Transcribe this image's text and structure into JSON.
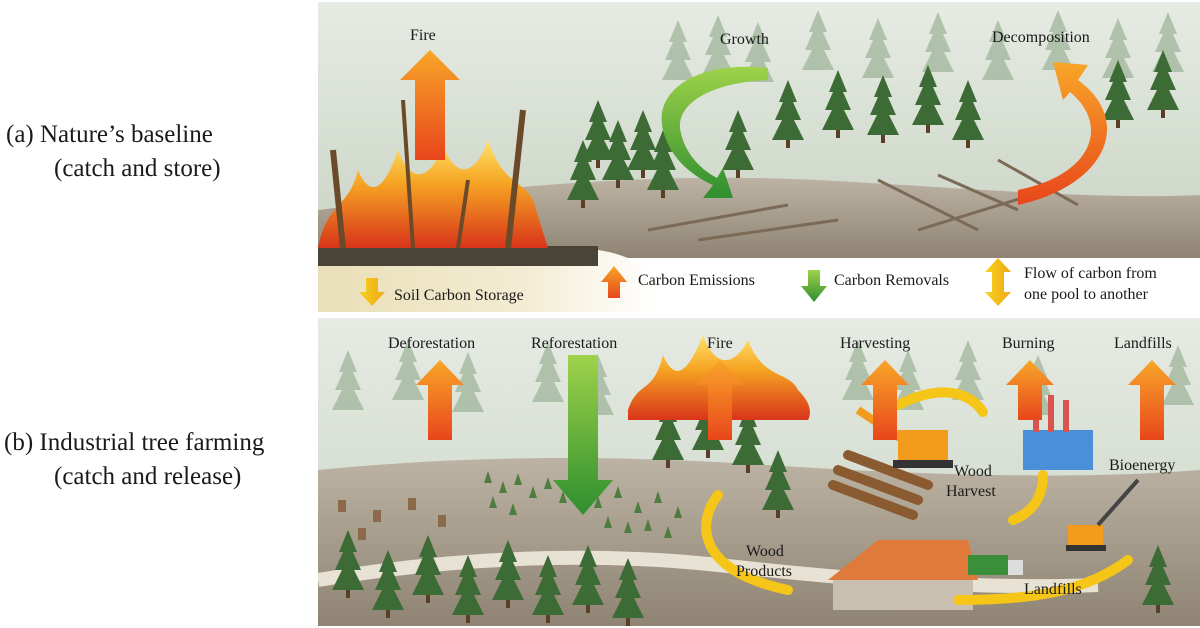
{
  "panels": {
    "a": {
      "line1": "(a)   Nature’s baseline",
      "line2": "(catch and store)"
    },
    "b": {
      "line1": "(b) Industrial tree farming",
      "line2": "(catch and release)"
    }
  },
  "top_scene": {
    "fire": "Fire",
    "growth": "Growth",
    "decomposition": "Decomposition"
  },
  "legend": {
    "soil_carbon_storage": "Soil Carbon Storage",
    "carbon_emissions": "Carbon Emissions",
    "carbon_removals": "Carbon Removals",
    "flow_line1": "Flow of carbon from",
    "flow_line2": "one pool to another"
  },
  "bottom_scene": {
    "deforestation": "Deforestation",
    "reforestation": "Reforestation",
    "fire": "Fire",
    "harvesting": "Harvesting",
    "burning": "Burning",
    "landfills_top": "Landfills",
    "wood_harvest_line1": "Wood",
    "wood_harvest_line2": "Harvest",
    "bioenergy": "Bioenergy",
    "wood_products_line1": "Wood",
    "wood_products_line2": "Products",
    "landfills_bottom": "Landfills"
  },
  "colors": {
    "emission_orange": "#f07a1c",
    "removal_green": "#3a9c2c",
    "flow_yellow": "#f5c518",
    "forest_dark": "#3d6b35",
    "sky_mist": "#d9e2d6"
  }
}
